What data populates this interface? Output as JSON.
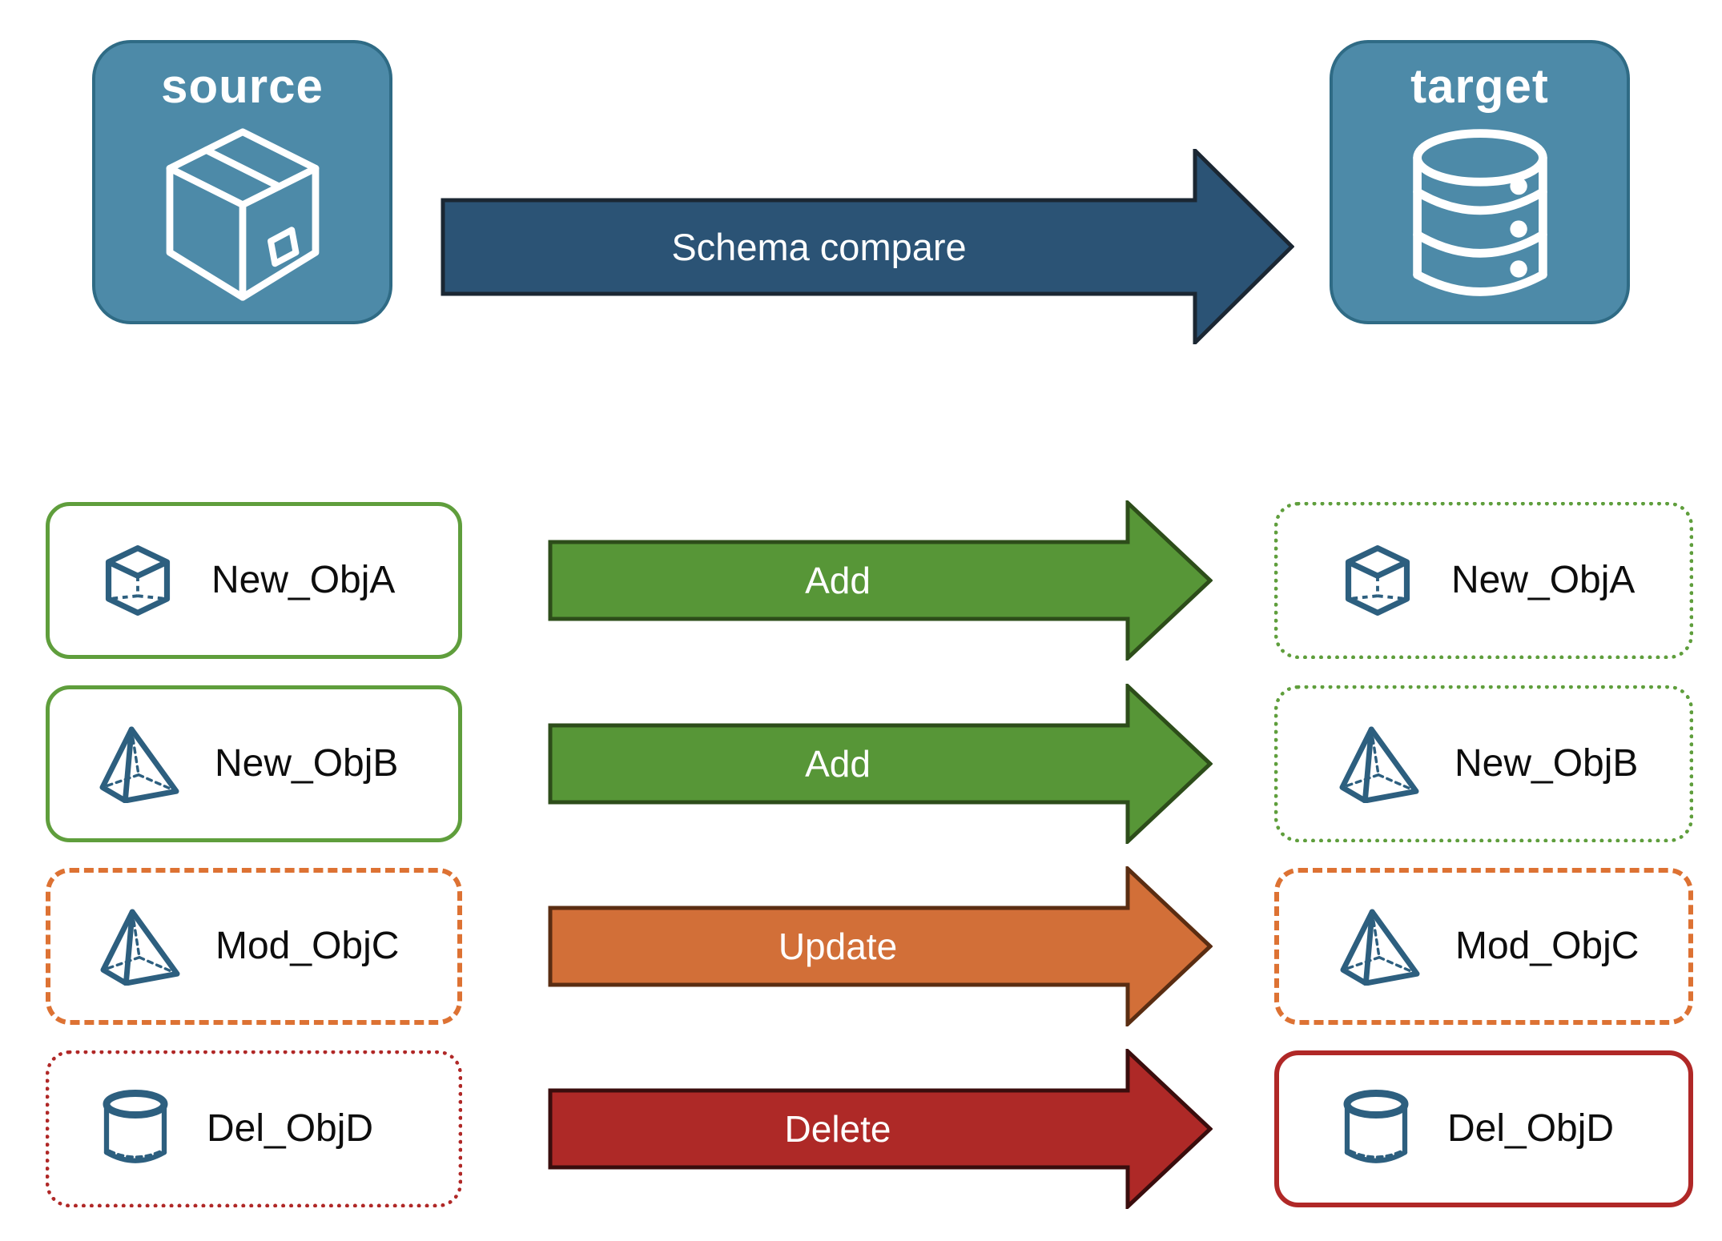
{
  "nodes": {
    "source": {
      "label": "source"
    },
    "target": {
      "label": "target"
    }
  },
  "main_arrow": {
    "label": "Schema compare"
  },
  "rows": [
    {
      "object": "New_ObjA",
      "action": "Add",
      "icon": "cube-icon",
      "change_type": "added"
    },
    {
      "object": "New_ObjB",
      "action": "Add",
      "icon": "pyramid-icon",
      "change_type": "added"
    },
    {
      "object": "Mod_ObjC",
      "action": "Update",
      "icon": "pyramid-icon",
      "change_type": "modified"
    },
    {
      "object": "Del_ObjD",
      "action": "Delete",
      "icon": "cylinder-icon",
      "change_type": "deleted"
    }
  ],
  "colors": {
    "node_blue": "#4d8aa8",
    "node_blue_border": "#2f6b85",
    "main_arrow_blue": "#2b5375",
    "add_green": "#579637",
    "update_orange": "#d26f38",
    "delete_red": "#ae2927",
    "outline_green": "#5f9e3c",
    "outline_orange": "#dd7233",
    "outline_red": "#b02827",
    "icon_blue": "#2d5f7f"
  }
}
